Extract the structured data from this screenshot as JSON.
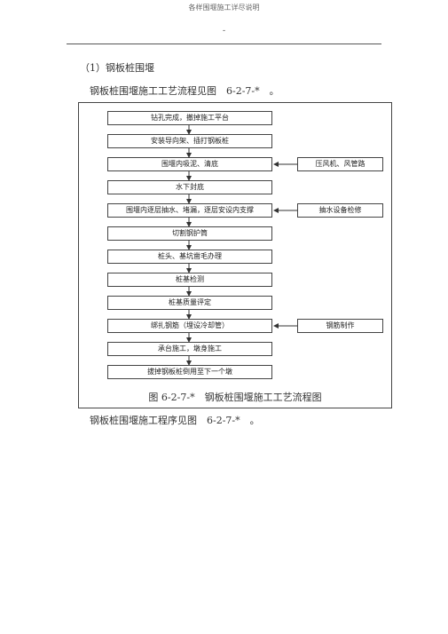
{
  "header": {
    "title": "各样围堰施工详尽说明",
    "mark": "-"
  },
  "section": {
    "heading": "（1）钢板桩围堰"
  },
  "paragraphs": {
    "intro": "钢板桩围堰施工工艺流程见图　6-2-7-*　。",
    "outro": "钢板桩围堰施工程序见图　6-2-7-*　。"
  },
  "flowchart": {
    "steps": [
      "钻孔完成，撤掉施工平台",
      "安装导向架、插打钢板桩",
      "围堰内吸泥、清底",
      "水下封底",
      "围堰内逐层抽水、堵漏，逐层安设内支撑",
      "切割钢护筒",
      "桩头、基坑凿毛办理",
      "桩基检测",
      "桩基质量评定",
      "绑扎钢筋（埋设冷却管）",
      "承台施工，墩身施工",
      "拔掉钢板桩倒用至下一个墩"
    ],
    "side_inputs": [
      "压风机、风管路",
      "抽水设备检修",
      "钢筋制作"
    ],
    "caption": "图 6-2-7-*　钢板桩围堰施工工艺流程图"
  }
}
